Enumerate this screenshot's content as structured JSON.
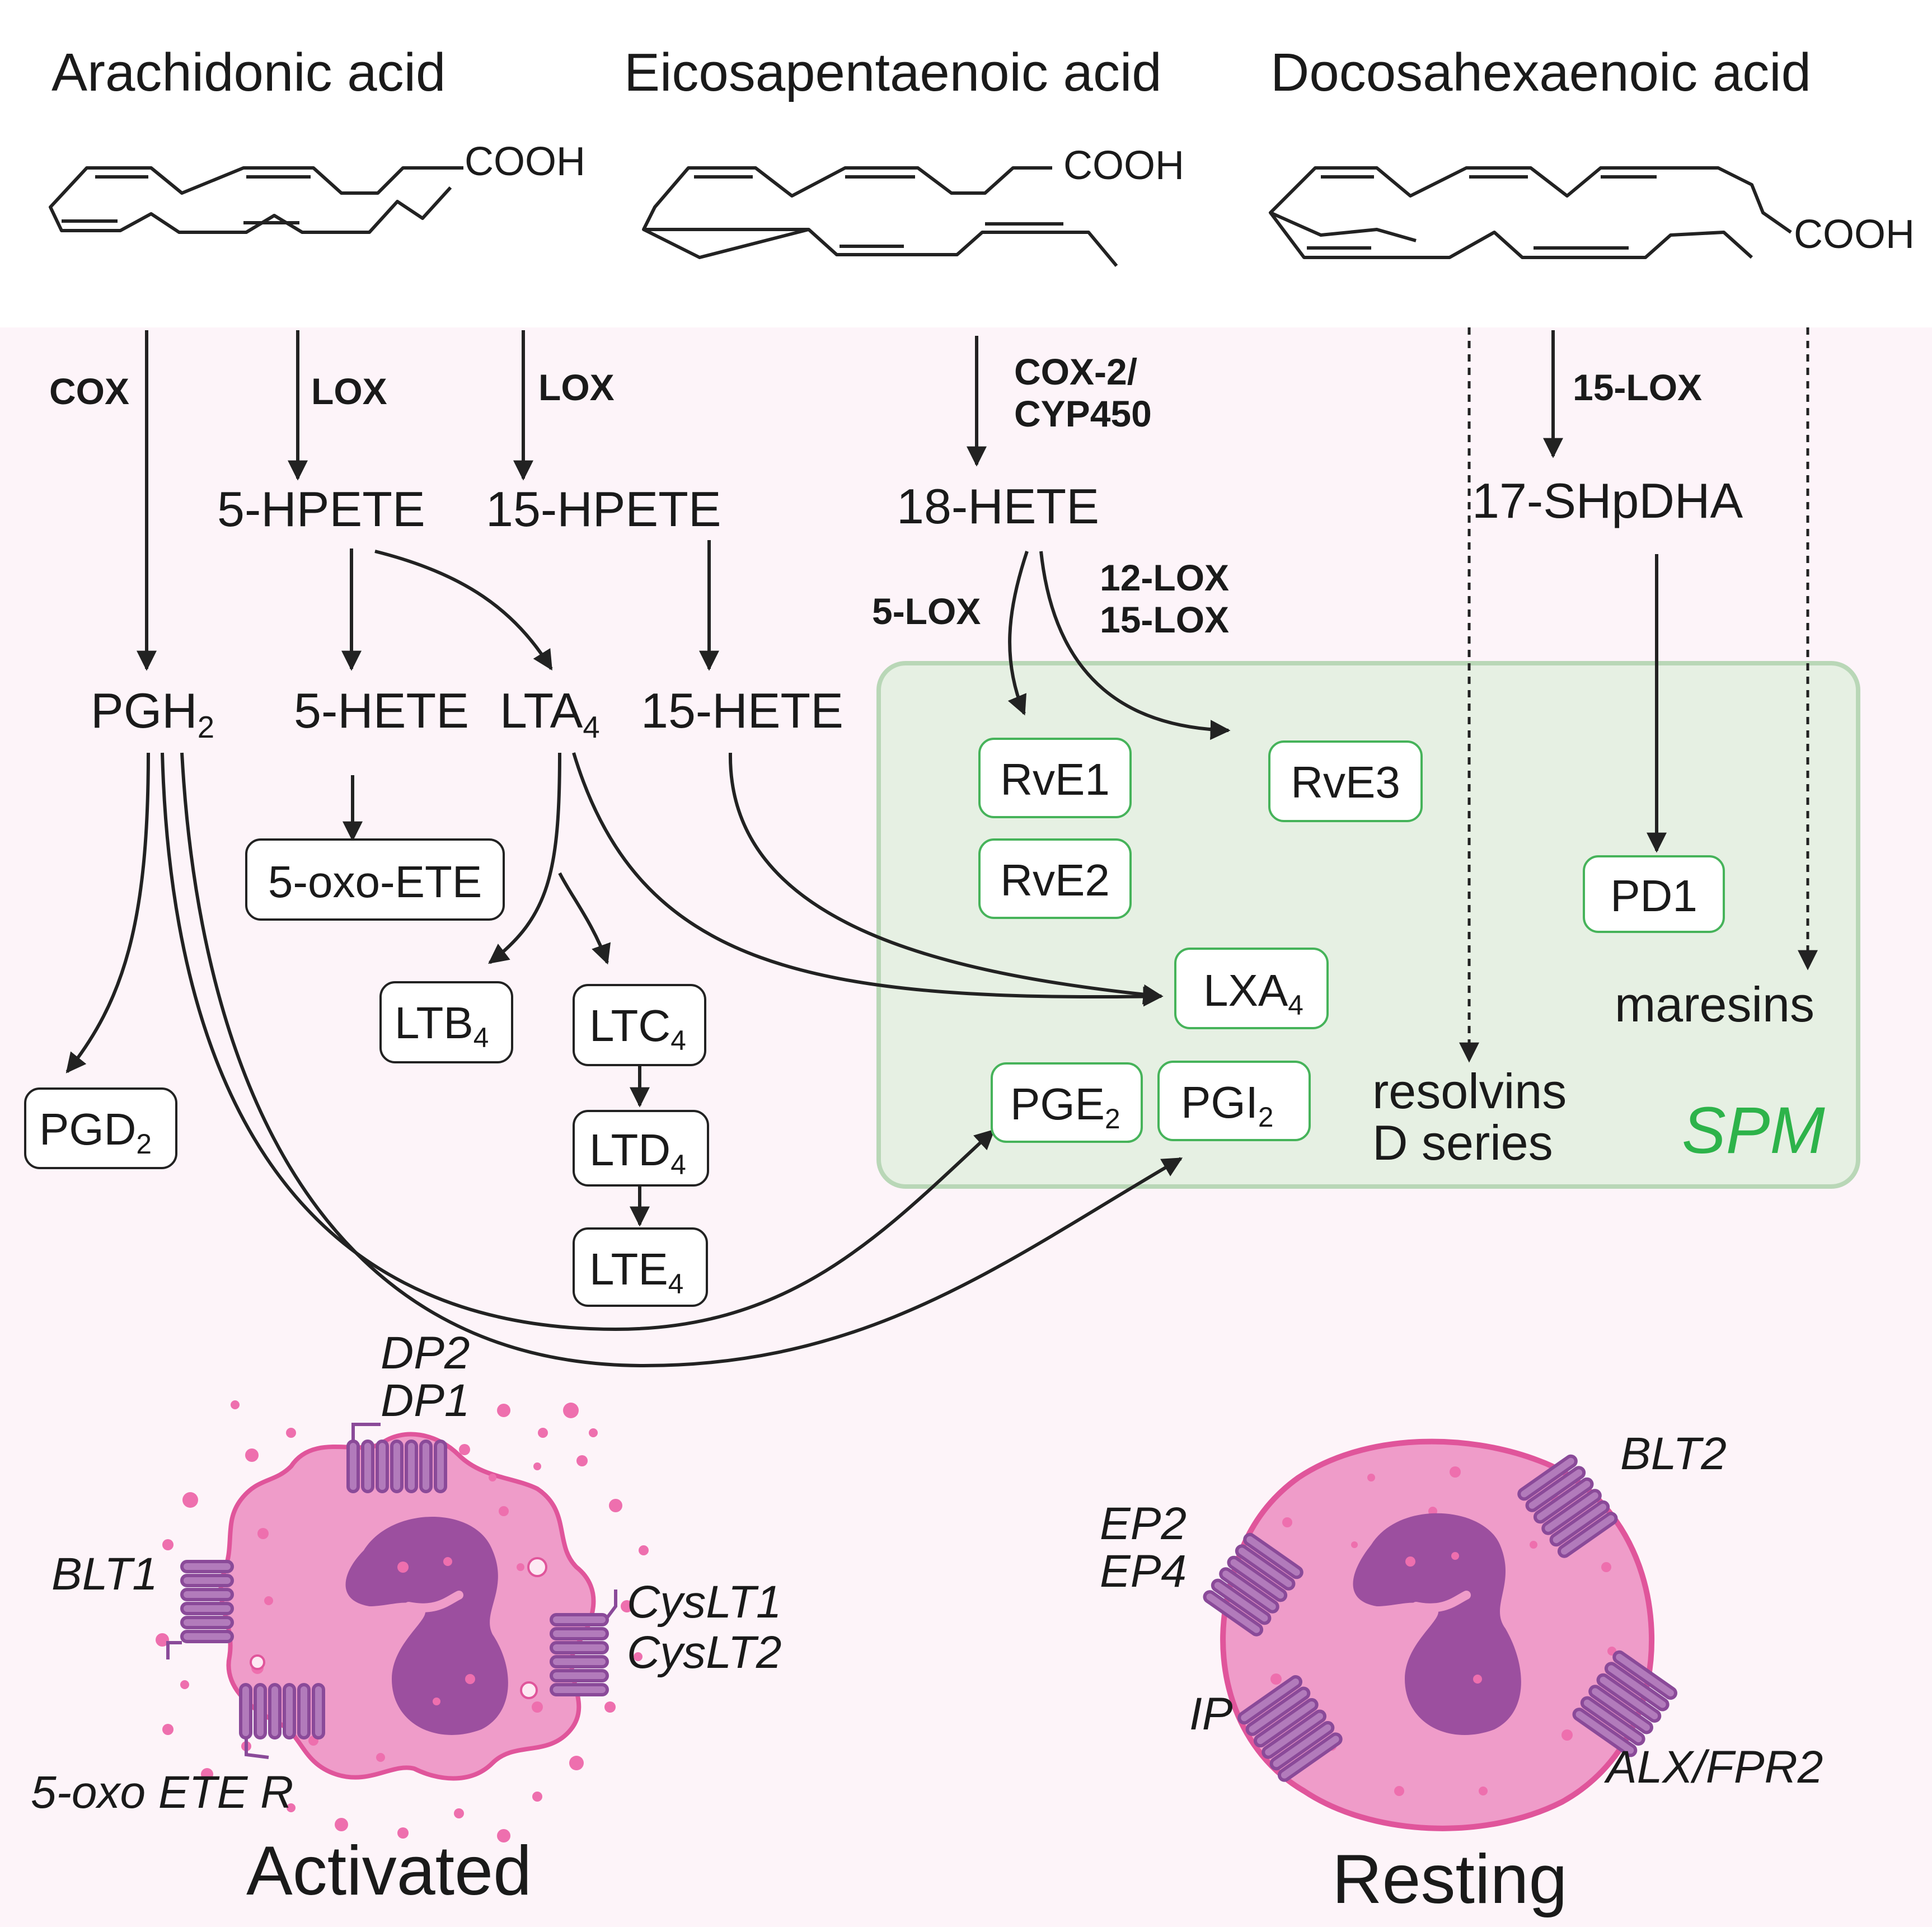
{
  "acids": {
    "arachidonic": "Arachidonic acid",
    "epa": "Eicosapentaenoic acid",
    "dha": "Docosahexaenoic acid",
    "cooh": "COOH"
  },
  "enzymes": {
    "cox": "COX",
    "lox_a": "LOX",
    "lox_b": "LOX",
    "cox2_line1": "COX-2/",
    "cox2_line2": "CYP450",
    "lox15_dha": "15-LOX",
    "lox5": "5-LOX",
    "lox12": "12-LOX",
    "lox15": "15-LOX"
  },
  "metabolites": {
    "hpete5": "5-HPETE",
    "hpete15": "15-HPETE",
    "hete18": "18-HETE",
    "shpdha17": "17-SHpDHA",
    "pgh2": "PGH",
    "pgh2_sub": "2",
    "hete5": "5-HETE",
    "lta4": "LTA",
    "lta4_sub": "4",
    "hete15": "15-HETE"
  },
  "boxes": {
    "oxo_ete": "5-oxo-ETE",
    "pgd2": "PGD",
    "pgd2_sub": "2",
    "ltb4": "LTB",
    "ltb4_sub": "4",
    "ltc4": "LTC",
    "ltc4_sub": "4",
    "ltd4": "LTD",
    "ltd4_sub": "4",
    "lte4": "LTE",
    "lte4_sub": "4"
  },
  "spm": {
    "label": "SPM",
    "rve1": "RvE1",
    "rve2": "RvE2",
    "rve3": "RvE3",
    "pd1": "PD1",
    "lxa4": "LXA",
    "lxa4_sub": "4",
    "pge2": "PGE",
    "pge2_sub": "2",
    "pgi2": "PGI",
    "pgi2_sub": "2",
    "maresins": "maresins",
    "resolvins_line1": "resolvins",
    "resolvins_line2": "D series"
  },
  "receptors": {
    "dp2": "DP2",
    "dp1": "DP1",
    "blt1": "BLT1",
    "cyslt1": "CysLT1",
    "cyslt2": "CysLT2",
    "oxo_ete_r": "5-oxo ETE R",
    "blt2": "BLT2",
    "ep2": "EP2",
    "ep4": "EP4",
    "ip": "IP",
    "alx": "ALX/FPR2"
  },
  "cells": {
    "activated": "Activated",
    "resting": "Resting"
  },
  "colors": {
    "background": "#fdf4f9",
    "spm_fill": "#e6f0e3",
    "spm_border": "#b9d7b7",
    "spm_text": "#2db34a",
    "cell_body": "#ef9cc9",
    "cell_edge": "#e0559b",
    "nucleus": "#9c4f9f",
    "receptor": "#8a4a99"
  }
}
